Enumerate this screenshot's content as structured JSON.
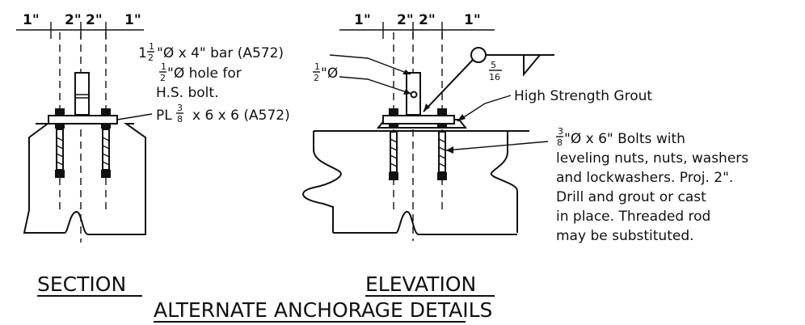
{
  "drawing": {
    "section_title": "SECTION",
    "elevation_title": "ELEVATION",
    "main_title": "ALTERNATE ANCHORAGE DETAILS"
  },
  "section": {
    "dims": [
      "1\"",
      "2\"",
      "2\"",
      "1\""
    ],
    "plate_label": "PL",
    "plate_frac_num": "3",
    "plate_frac_den": "8",
    "plate_rest": "x 6 x 6 (A572)"
  },
  "elevation": {
    "dims": [
      "1\"",
      "2\"",
      "2\"",
      "1\""
    ],
    "bar_whole": "1",
    "bar_frac_num": "1",
    "bar_frac_den": "2",
    "bar_rest": "\"Ø x 4\" bar (A572)",
    "hole_frac_num": "1",
    "hole_frac_den": "2",
    "hole_mid": "\"Ø hole for",
    "hole_frac2_num": "1",
    "hole_frac2_den": "2",
    "hole_end": "\"Ø",
    "hole_line2": "H.S. bolt.",
    "weld_num": "5",
    "weld_den": "16",
    "grout_label": "High Strength Grout",
    "bolt_frac_num": "3",
    "bolt_frac_den": "8",
    "bolt_lines": [
      "\"Ø x 6\" Bolts with",
      "leveling nuts, nuts, washers",
      "and lockwashers. Proj. 2\".",
      "Drill and grout or cast",
      "in place. Threaded rod",
      "may be substituted."
    ]
  }
}
